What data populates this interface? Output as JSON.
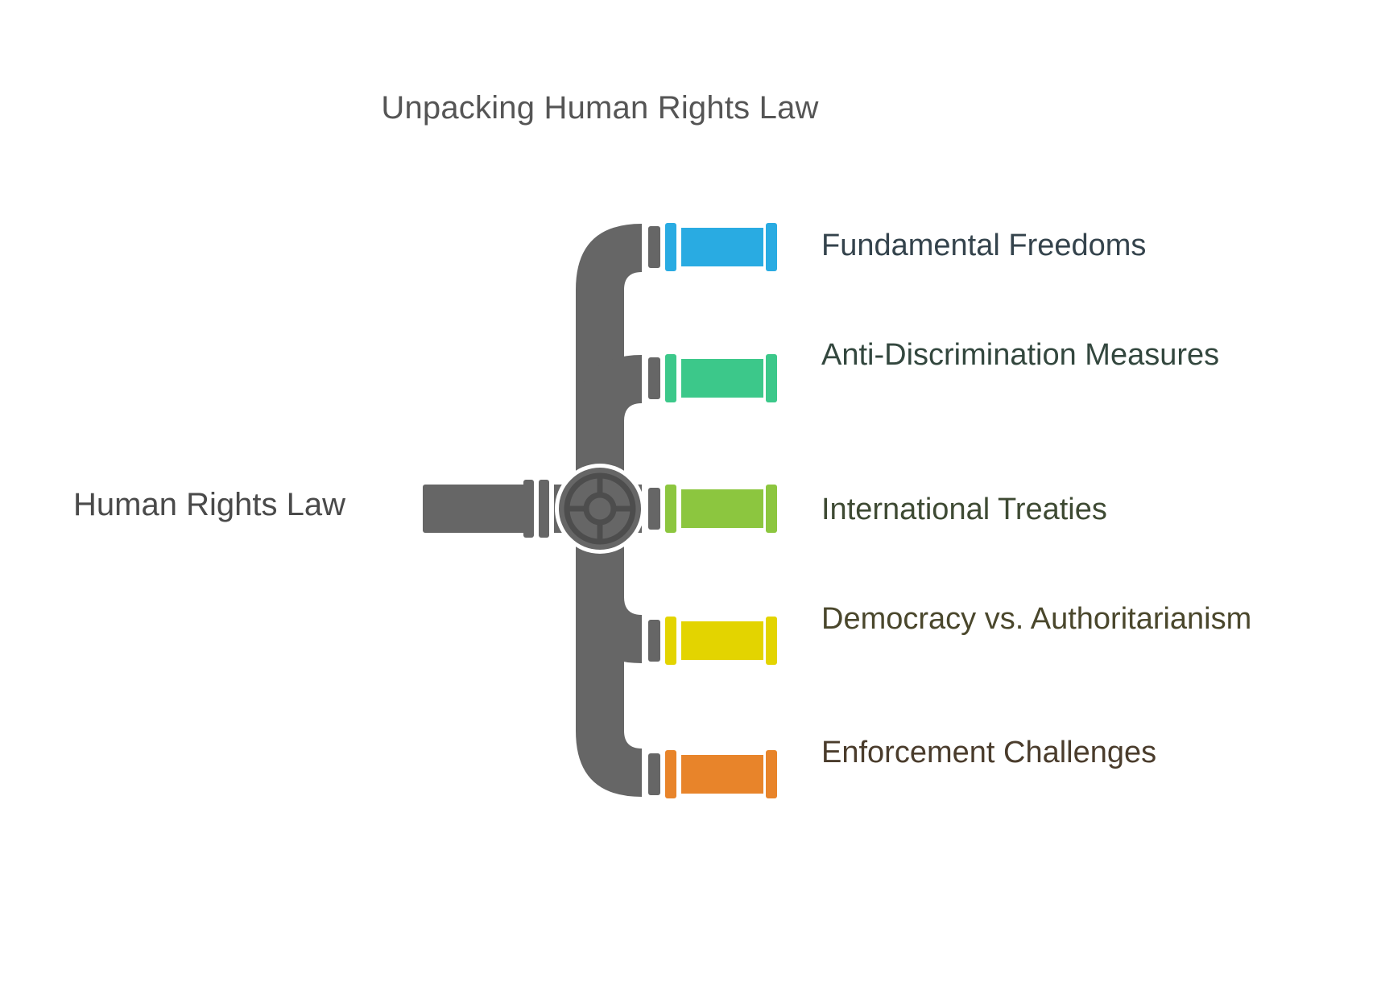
{
  "title": "Unpacking Human Rights Law",
  "root": {
    "label": "Human Rights Law",
    "pipe_color": "#666666",
    "valve_icon": "valve-wheel-icon"
  },
  "branches": [
    {
      "label": "Fundamental Freedoms",
      "color": "#29abe2",
      "text_color": "#34434c",
      "pipe_icon": "pipe-segment-icon"
    },
    {
      "label": "Anti-Discrimination Measures",
      "color": "#3cc88a",
      "text_color": "#33473e",
      "pipe_icon": "pipe-segment-icon"
    },
    {
      "label": "International Treaties",
      "color": "#8cc63f",
      "text_color": "#3e4a33",
      "pipe_icon": "pipe-segment-icon"
    },
    {
      "label": "Democracy vs. Authoritarianism",
      "color": "#e3d400",
      "text_color": "#4a472c",
      "pipe_icon": "pipe-segment-icon"
    },
    {
      "label": "Enforcement Challenges",
      "color": "#e8842a",
      "text_color": "#4a3c2c",
      "pipe_icon": "pipe-segment-icon"
    }
  ],
  "colors": {
    "background": "#ffffff",
    "pipe_gray": "#666666",
    "valve_dark": "#4d4d4d",
    "title_gray": "#555555"
  }
}
